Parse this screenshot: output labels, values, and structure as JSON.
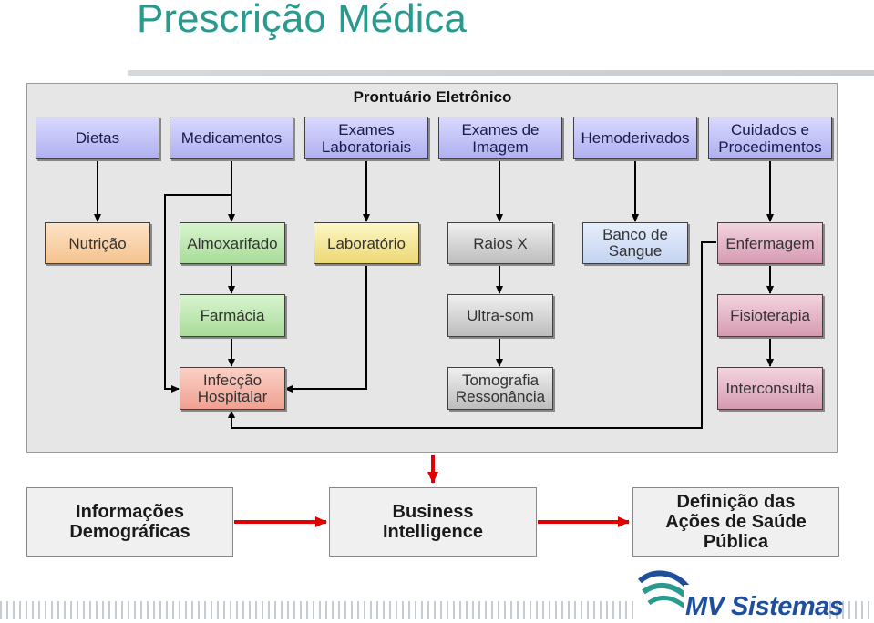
{
  "title": "Prescrição Médica",
  "panel_title": "Prontuário Eletrônico",
  "row1": [
    "Dietas",
    "Medicamentos",
    "Exames Laboratoriais",
    "Exames de Imagem",
    "Hemoderivados",
    "Cuidados e Procedimentos"
  ],
  "row2": [
    "Nutrição",
    "Almoxarifado",
    "Laboratório",
    "Raios X",
    "Banco de Sangue",
    "Enfermagem"
  ],
  "row3": [
    "Farmácia",
    "Ultra-som",
    "Fisioterapia"
  ],
  "row4": [
    "Infecção Hospitalar",
    "Tomografia Ressonância",
    "Interconsulta"
  ],
  "bottom": [
    "Informações Demográficas",
    "Business Intelligence",
    "Definição das Ações de Saúde Pública"
  ],
  "logo_text": "MV Sistemas",
  "colors": {
    "title": "#2a9a8e",
    "arrow_black": "#000000",
    "arrow_red": "#e00000",
    "logo": "#1f4f9c",
    "logo_wave": "#2a9a8e"
  }
}
